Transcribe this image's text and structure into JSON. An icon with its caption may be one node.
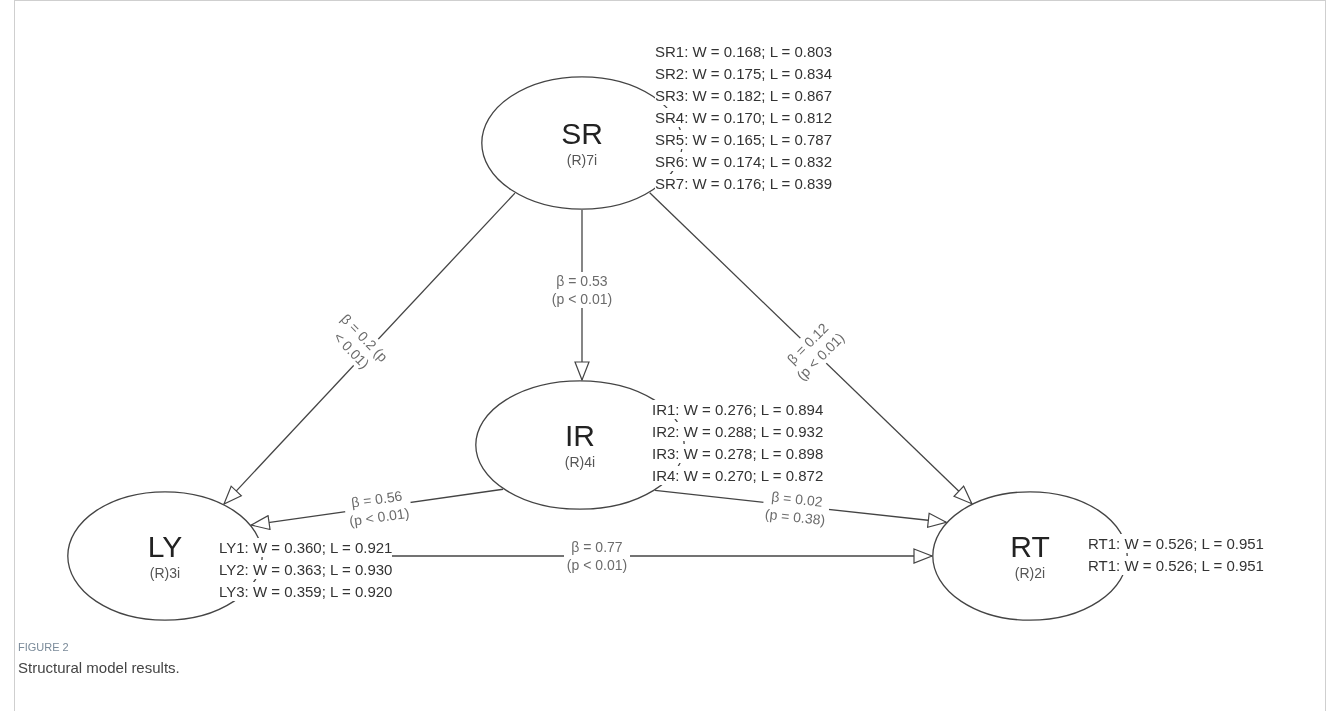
{
  "diagram": {
    "caption": "Structural model results.",
    "nodes": [
      {
        "text": [
          "SR",
          "(R)7i"
        ],
        "beside": [
          "SR1: W = 0.168; L = 0.803",
          "SR2: W = 0.175; L = 0.834",
          "SR3: W = 0.182; L = 0.867",
          "SR4: W = 0.170; L = 0.812",
          "SR5: W = 0.165; L = 0.787",
          "SR6: W = 0.174; L = 0.832",
          "SR7: W = 0.176; L = 0.839"
        ]
      },
      {
        "text": [
          "IR",
          "(R)4i"
        ],
        "beside": [
          "IR1: W = 0.276; L = 0.894",
          "IR2: W = 0.288; L = 0.932",
          "IR3: W = 0.278; L = 0.898",
          "IR4: W = 0.270; L = 0.872"
        ]
      },
      {
        "text": [
          "LY",
          "(R)3i"
        ],
        "beside": [
          "LY1: W = 0.360; L = 0.921",
          "LY2: W = 0.363; L = 0.930",
          "LY3: W = 0.359; L = 0.920"
        ]
      },
      {
        "text": [
          "RT",
          "(R)2i"
        ],
        "beside": [
          "RT1: W = 0.526; L = 0.951",
          "RT1: W = 0.526; L = 0.951"
        ]
      }
    ],
    "edges": [
      {
        "from": 0,
        "to": 2,
        "arrow": "to",
        "label": "β = 0.2 (p < 0.01)"
      },
      {
        "from": 0,
        "to": 1,
        "arrow": "to",
        "label": "β = 0.53 (p < 0.01)"
      },
      {
        "from": 0,
        "to": 3,
        "arrow": "to",
        "label": "β = 0.12 (p < 0.01)"
      },
      {
        "from": 1,
        "to": 2,
        "arrow": "to",
        "label": "β = 0.56 (p < 0.01)"
      },
      {
        "from": 1,
        "to": 3,
        "arrow": "to",
        "label": "β = 0.02 (p = 0.38)"
      },
      {
        "from": 2,
        "to": 3,
        "arrow": "to",
        "label": "β = 0.77 (p < 0.01)"
      }
    ],
    "labels": [
      "FIGURE 2"
    ]
  }
}
